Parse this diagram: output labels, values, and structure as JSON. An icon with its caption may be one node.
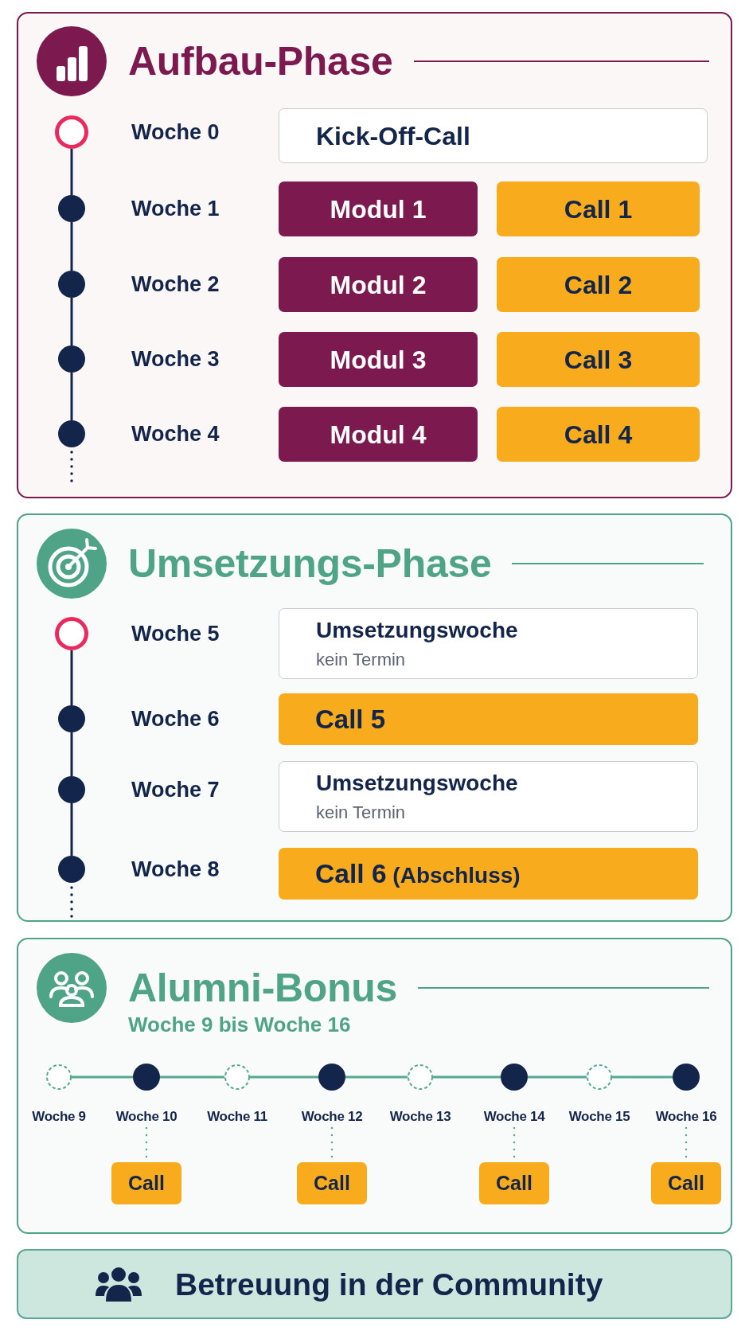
{
  "diagram": {
    "nodes": [
      {
        "text": [
          "Aufbau-Phase"
        ]
      },
      {
        "text": [],
        "shape": "circle",
        "beside": [
          "Woche 0"
        ],
        "in": 0
      },
      {
        "text": [
          "Kick-Off-Call"
        ],
        "in": 0
      },
      {
        "text": [],
        "shape": "circle",
        "beside": [
          "Woche 1"
        ],
        "in": 0
      },
      {
        "text": [
          "Modul 1"
        ],
        "in": 0
      },
      {
        "text": [
          "Call 1"
        ],
        "in": 0
      },
      {
        "text": [],
        "shape": "circle",
        "beside": [
          "Woche 2"
        ],
        "in": 0
      },
      {
        "text": [
          "Modul 2"
        ],
        "in": 0
      },
      {
        "text": [
          "Call 2"
        ],
        "in": 0
      },
      {
        "text": [],
        "shape": "circle",
        "beside": [
          "Woche 3"
        ],
        "in": 0
      },
      {
        "text": [
          "Modul 3"
        ],
        "in": 0
      },
      {
        "text": [
          "Call 3"
        ],
        "in": 0
      },
      {
        "text": [],
        "shape": "circle",
        "beside": [
          "Woche 4"
        ],
        "in": 0
      },
      {
        "text": [
          "Modul 4"
        ],
        "in": 0
      },
      {
        "text": [
          "Call 4"
        ],
        "in": 0
      },
      {
        "text": [
          "Umsetzungs-Phase"
        ]
      },
      {
        "text": [],
        "shape": "circle",
        "beside": [
          "Woche 5"
        ],
        "in": 15
      },
      {
        "text": [
          "Umsetzungswoche",
          "kein Termin"
        ],
        "in": 15
      },
      {
        "text": [],
        "shape": "circle",
        "beside": [
          "Woche 6"
        ],
        "in": 15
      },
      {
        "text": [
          "Call 5"
        ],
        "in": 15
      },
      {
        "text": [],
        "shape": "circle",
        "beside": [
          "Woche 7"
        ],
        "in": 15
      },
      {
        "text": [
          "Umsetzungswoche",
          "kein Termin"
        ],
        "in": 15
      },
      {
        "text": [],
        "shape": "circle",
        "beside": [
          "Woche 8"
        ],
        "in": 15
      },
      {
        "text": [
          "**Call 6** (Abschluss)"
        ],
        "in": 15
      },
      {
        "text": [
          "Alumni-Bonus",
          "Woche 9 bis Woche 16"
        ]
      },
      {
        "text": [],
        "shape": "circle",
        "in": 24
      },
      {
        "text": [],
        "shape": "circle",
        "in": 24
      },
      {
        "text": [],
        "shape": "circle",
        "in": 24
      },
      {
        "text": [],
        "shape": "circle",
        "in": 24
      },
      {
        "text": [],
        "shape": "circle",
        "in": 24
      },
      {
        "text": [],
        "shape": "circle",
        "in": 24
      },
      {
        "text": [],
        "shape": "circle",
        "in": 24
      },
      {
        "text": [],
        "shape": "circle",
        "in": 24
      },
      {
        "text": [
          "Woche 10"
        ],
        "in": 24
      },
      {
        "text": [
          "Woche 12"
        ],
        "in": 24
      },
      {
        "text": [
          "Woche 14"
        ],
        "in": 24
      },
      {
        "text": [
          "Woche 16"
        ],
        "in": 24
      },
      {
        "text": [
          "Call"
        ],
        "in": 24
      },
      {
        "text": [
          "Call"
        ],
        "in": 24
      },
      {
        "text": [
          "Call"
        ],
        "in": 24
      },
      {
        "text": [
          "Call"
        ],
        "in": 24
      },
      {
        "text": [
          "Betreuung in der Community"
        ]
      }
    ],
    "edges": [
      {
        "from": 1,
        "to": 3,
        "arrow": "none",
        "color": "#14254b"
      },
      {
        "from": 3,
        "to": 6,
        "arrow": "none",
        "color": "#14254b"
      },
      {
        "from": 6,
        "to": 9,
        "arrow": "none",
        "color": "#14254b"
      },
      {
        "from": 9,
        "to": 12,
        "arrow": "none",
        "color": "#14254b"
      },
      {
        "from": 12,
        "to": null,
        "arrow": "none",
        "style": "dashed",
        "color": "#14254b"
      },
      {
        "from": 16,
        "to": 18,
        "arrow": "none",
        "color": "#14254b"
      },
      {
        "from": 18,
        "to": 20,
        "arrow": "none",
        "color": "#14254b"
      },
      {
        "from": 20,
        "to": 22,
        "arrow": "none",
        "color": "#14254b"
      },
      {
        "from": 22,
        "to": null,
        "arrow": "none",
        "style": "dashed",
        "color": "#14254b"
      },
      {
        "from": 25,
        "to": 26,
        "arrow": "none"
      },
      {
        "from": 26,
        "to": 27,
        "arrow": "none"
      },
      {
        "from": 27,
        "to": 28,
        "arrow": "none"
      },
      {
        "from": 28,
        "to": 29,
        "arrow": "none"
      },
      {
        "from": 29,
        "to": 30,
        "arrow": "none"
      },
      {
        "from": 30,
        "to": 31,
        "arrow": "none"
      },
      {
        "from": 31,
        "to": 32,
        "arrow": "none"
      },
      {
        "from": 33,
        "to": 37,
        "arrow": "none",
        "style": "dashed"
      },
      {
        "from": 34,
        "to": 38,
        "arrow": "none",
        "style": "dashed"
      },
      {
        "from": 35,
        "to": 39,
        "arrow": "none",
        "style": "dashed"
      },
      {
        "from": 36,
        "to": 40,
        "arrow": "none",
        "style": "dashed"
      }
    ],
    "labels": [
      "Woche 9",
      "Woche 11",
      "Woche 13",
      "Woche 15"
    ]
  }
}
